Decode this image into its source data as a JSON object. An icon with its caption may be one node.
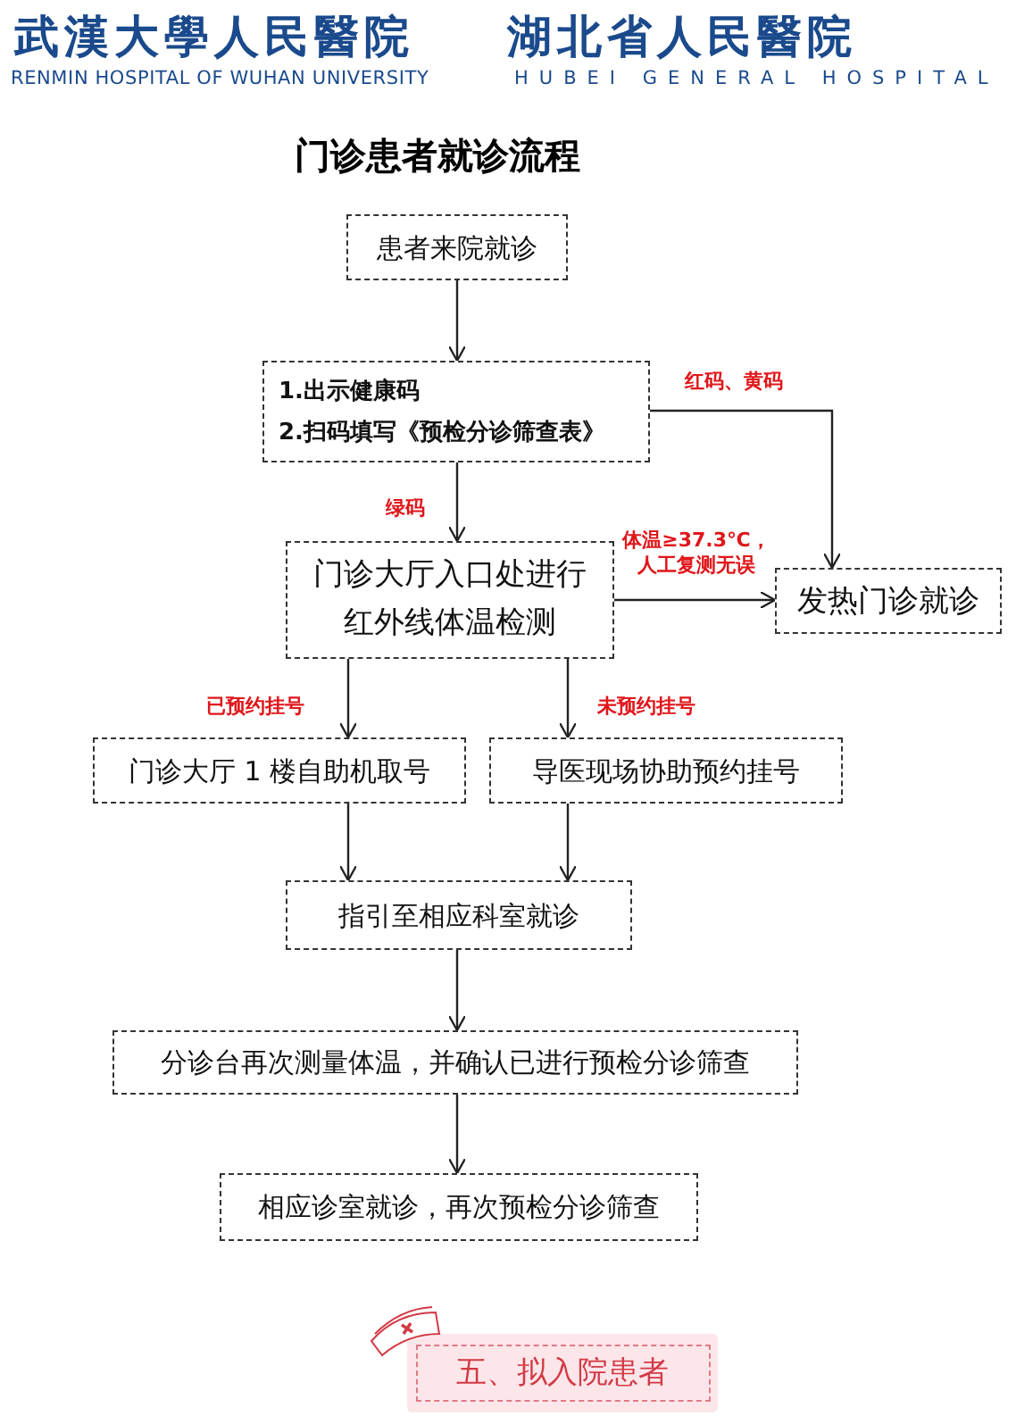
{
  "diagram": {
    "title": "门诊患者就诊流程",
    "nodes": [
      {
        "text": [
          "患者来院就诊"
        ]
      },
      {
        "text": [
          "1.出示健康码",
          "2.扫码填写《预检分诊筛查表》"
        ]
      },
      {
        "text": [
          "门诊大厅入口处进行红外线体温检测"
        ]
      },
      {
        "text": [
          "发热门诊就诊"
        ]
      },
      {
        "text": [
          "门诊大厅 1 楼自助机取号"
        ]
      },
      {
        "text": [
          "导医现场协助预约挂号"
        ]
      },
      {
        "text": [
          "指引至相应科室就诊"
        ]
      },
      {
        "text": [
          "分诊台再次测量体温，并确认已进行预检分诊筛查"
        ]
      },
      {
        "text": [
          "相应诊室就诊，再次预检分诊筛查"
        ]
      },
      {
        "text": [
          "五、拟入院患者"
        ]
      }
    ],
    "edges": [
      {
        "from": 0,
        "to": 1,
        "arrow": "to"
      },
      {
        "from": 1,
        "to": 3,
        "arrow": "to",
        "label": "红码、黄码"
      },
      {
        "from": 1,
        "to": 2,
        "arrow": "to",
        "label": "绿码"
      },
      {
        "from": 2,
        "to": 3,
        "arrow": "to",
        "label": "体温≥37.3℃，人工复测无误"
      },
      {
        "from": 2,
        "to": 4,
        "arrow": "to",
        "label": "已预约挂号"
      },
      {
        "from": 2,
        "to": 5,
        "arrow": "to",
        "label": "未预约挂号"
      },
      {
        "from": 4,
        "to": 6,
        "arrow": "to"
      },
      {
        "from": 5,
        "to": 6,
        "arrow": "to"
      },
      {
        "from": 6,
        "to": 7,
        "arrow": "to"
      },
      {
        "from": 7,
        "to": 8,
        "arrow": "to"
      }
    ],
    "labels": [
      "武漢大學人民醫院",
      "RENMIN HOSPITAL OF WUHAN UNIVERSITY",
      "湖北省人民醫院",
      "HUBEI GENERAL HOSPITAL"
    ]
  }
}
